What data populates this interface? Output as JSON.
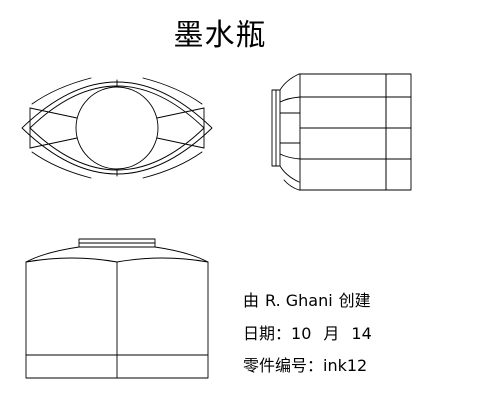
{
  "title": "墨水瓶",
  "info": {
    "creator_prefix": "由",
    "creator_name": "R. Ghani",
    "creator_suffix": "创建",
    "date_label": "日期：",
    "date_number": "10",
    "month_label": "月",
    "day_number": "14",
    "part_label": "零件编号：",
    "part_value": "ink12"
  },
  "views": [
    "top-view",
    "side-view",
    "front-view"
  ],
  "colors": {
    "line": "#000000",
    "background": "#ffffff"
  }
}
